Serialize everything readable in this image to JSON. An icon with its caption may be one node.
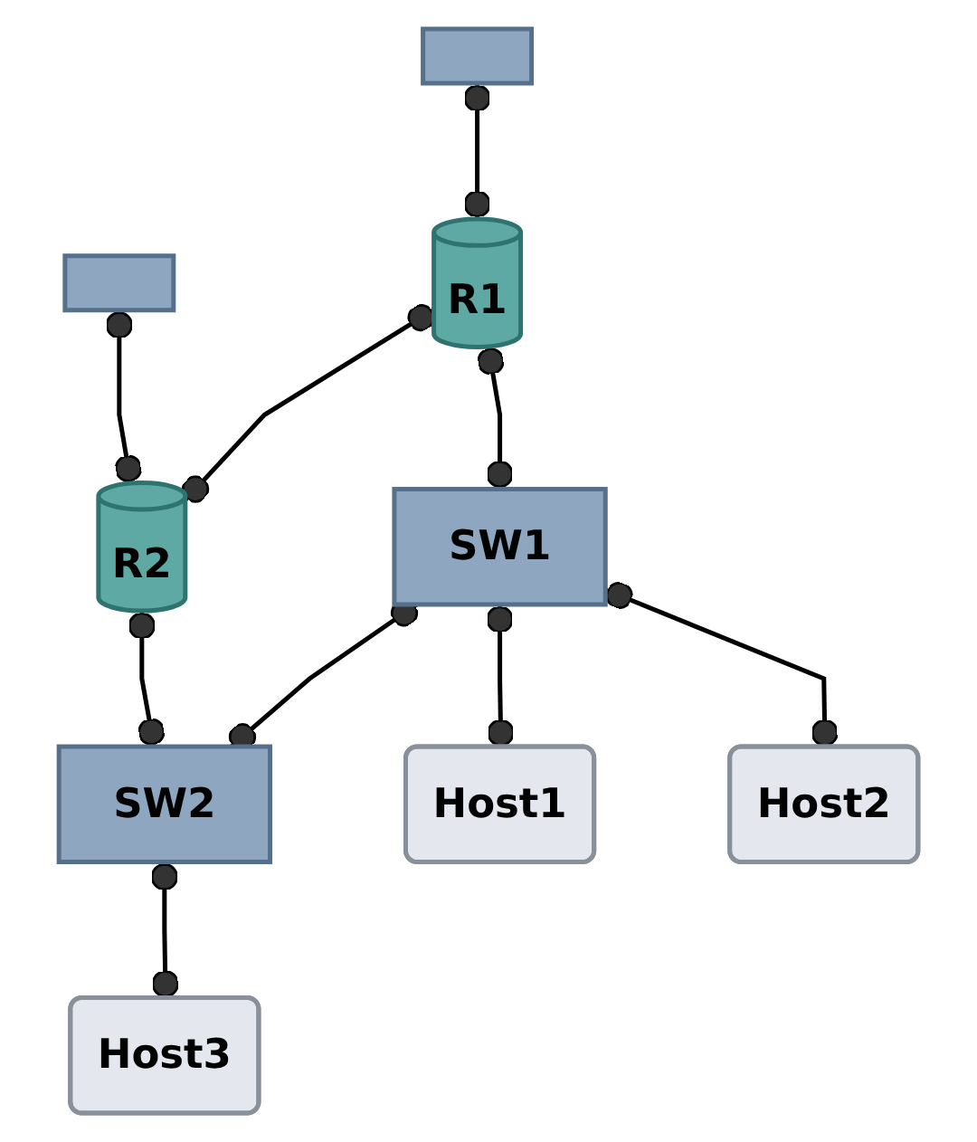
{
  "diagram": {
    "nodes": [
      {
        "text": [],
        "shape": "box"
      },
      {
        "text": [],
        "shape": "box"
      },
      {
        "text": [
          "R1"
        ]
      },
      {
        "text": [
          "R2"
        ]
      },
      {
        "text": [
          "SW1"
        ]
      },
      {
        "text": [
          "SW2"
        ]
      },
      {
        "text": [
          "Host1"
        ]
      },
      {
        "text": [
          "Host2"
        ]
      },
      {
        "text": [
          "Host3"
        ]
      }
    ],
    "edges": [
      {
        "from": 0,
        "to": 2,
        "arrow": "other"
      },
      {
        "from": 1,
        "to": 3,
        "arrow": "other"
      },
      {
        "from": 2,
        "to": 3,
        "arrow": "other"
      },
      {
        "from": 2,
        "to": 4,
        "arrow": "other"
      },
      {
        "from": 3,
        "to": 5,
        "arrow": "other"
      },
      {
        "from": 4,
        "to": 5,
        "arrow": "other"
      },
      {
        "from": 4,
        "to": 6,
        "arrow": "other"
      },
      {
        "from": 4,
        "to": 7,
        "arrow": "other"
      },
      {
        "from": 5,
        "to": 8,
        "arrow": "other"
      }
    ]
  }
}
